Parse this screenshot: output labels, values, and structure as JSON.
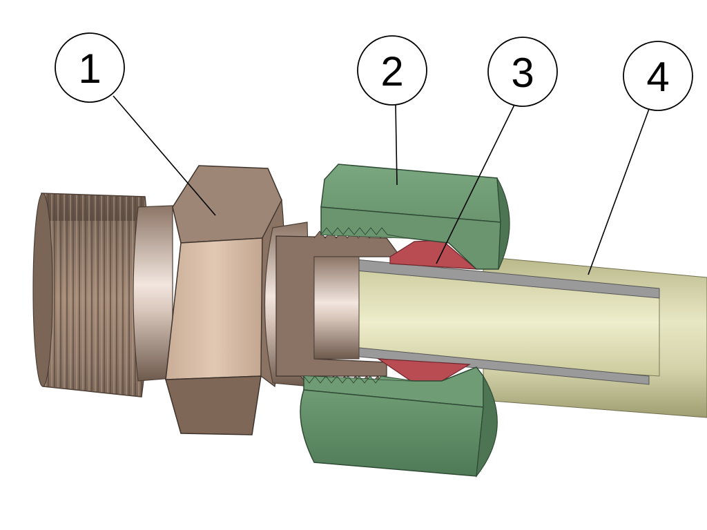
{
  "callouts": [
    {
      "number": "1"
    },
    {
      "number": "2"
    },
    {
      "number": "3"
    },
    {
      "number": "4"
    }
  ],
  "colors": {
    "background": "#ffffff",
    "fitting_body": "#8a7363",
    "fitting_light": "#d7bca7",
    "union_nut": "#6f9c74",
    "union_nut_dark": "#4d7553",
    "cutting_ring": "#b84c52",
    "tube": "#c9c89d",
    "tube_wall": "#9a9a9a",
    "leader_line": "#000000"
  }
}
